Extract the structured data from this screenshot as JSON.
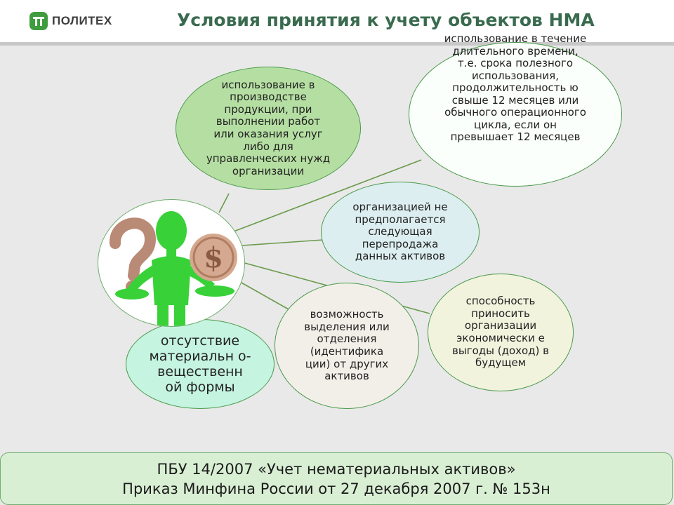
{
  "header": {
    "logo_text": "ПОЛИТЕХ",
    "title": "Условия принятия к учету объектов НМА"
  },
  "bubbles": {
    "production": "использование в производстве продукции, при выполнении работ или оказания услуг либо для управленческих нужд организации",
    "long_term": "использование в течение длительного времени, т.е. срока полезного использования, продолжительность ю свыше 12 месяцев или обычного операционного цикла, если он превышает 12 месяцев",
    "no_resale": "организацией не предполагается следующая перепродажа данных активов",
    "benefits": "способность приносить организации экономически е выгоды (доход) в будущем",
    "identification": "возможность выделения или отделения (идентифика ции) от других активов",
    "non_material": "отсутствие материальн о-вещественн ой формы"
  },
  "illustration": {
    "question_mark": "?",
    "dollar": "$"
  },
  "footer": {
    "line1": "ПБУ 14/2007 «Учет нематериальных активов»",
    "line2": "Приказ Минфина России от 27 декабря 2007 г. № 153н"
  },
  "colors": {
    "title": "#3a6b4f",
    "accent_green": "#3f9c3f",
    "connector": "#6a9a4a"
  }
}
